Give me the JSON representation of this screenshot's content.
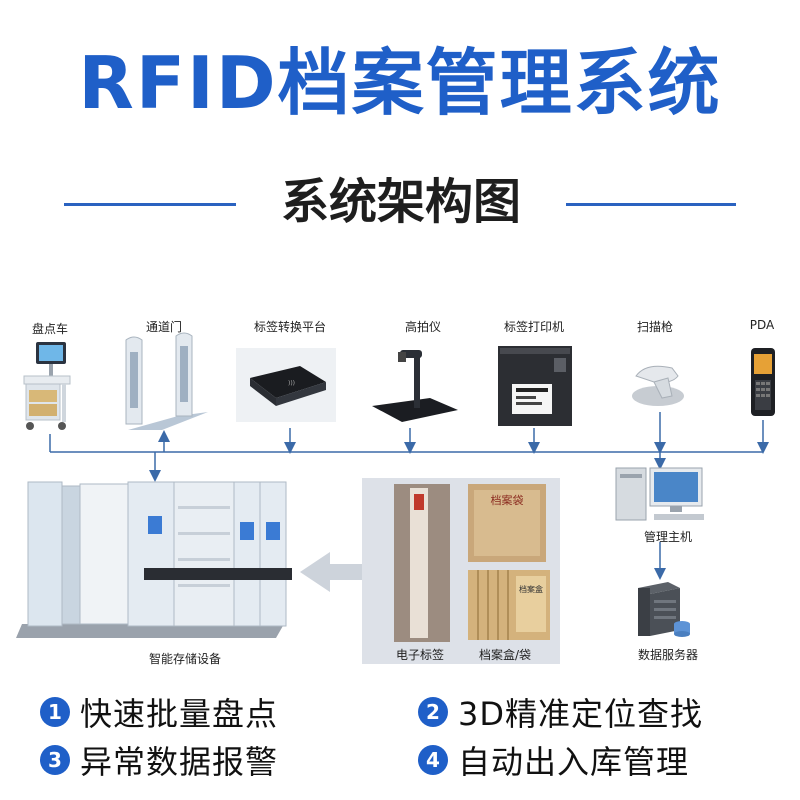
{
  "title": "RFID档案管理系统",
  "subtitle": "系统架构图",
  "devices": [
    {
      "label": "盘点车",
      "icon": "inventory-cart-icon"
    },
    {
      "label": "通道门",
      "icon": "gate-icon"
    },
    {
      "label": "标签转换平台",
      "icon": "tag-converter-icon"
    },
    {
      "label": "高拍仪",
      "icon": "document-camera-icon"
    },
    {
      "label": "标签打印机",
      "icon": "label-printer-icon"
    },
    {
      "label": "扫描枪",
      "icon": "scanner-gun-icon"
    },
    {
      "label": "PDA",
      "icon": "pda-icon"
    }
  ],
  "host": {
    "label": "管理主机",
    "icon": "desktop-computer-icon"
  },
  "server": {
    "label": "数据服务器",
    "icon": "server-icon"
  },
  "storage": {
    "label": "智能存储设备",
    "icon": "mobile-shelving-icon"
  },
  "tags": {
    "label": "电子标签",
    "icon": "rfid-tag-icon"
  },
  "boxes": {
    "label": "档案盒/袋",
    "icon": "archive-box-icon",
    "bag_text": "档案袋",
    "box_text": "档案盒"
  },
  "features": [
    {
      "num": "1",
      "text": "快速批量盘点"
    },
    {
      "num": "2",
      "text": "3D精准定位查找"
    },
    {
      "num": "3",
      "text": "异常数据报警"
    },
    {
      "num": "4",
      "text": "自动出入库管理"
    }
  ],
  "colors": {
    "title": "#1f5fc8",
    "line": "#2a62c0",
    "wire": "#3b6aa8",
    "badge": "#1f5fc8"
  }
}
